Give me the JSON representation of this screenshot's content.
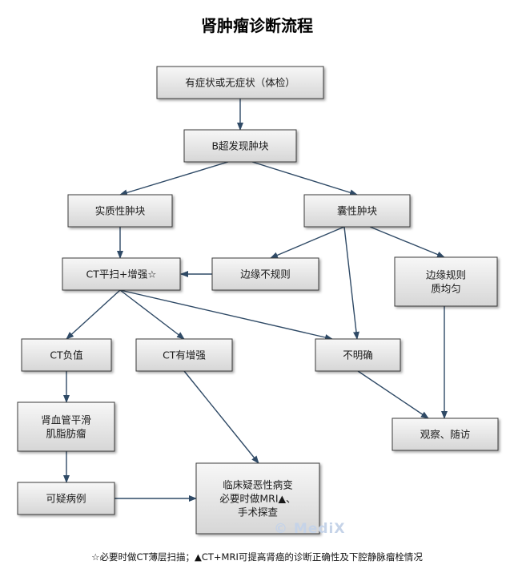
{
  "title": "肾肿瘤诊断流程",
  "nodes": {
    "symptom": {
      "lines": [
        "有症状或无症状（体检）"
      ]
    },
    "b_ultrasound": {
      "lines": [
        "B超发现肿块"
      ]
    },
    "solid_mass": {
      "lines": [
        "实质性肿块"
      ]
    },
    "cystic_mass": {
      "lines": [
        "囊性肿块"
      ]
    },
    "ct_scan": {
      "lines": [
        "CT平扫+增强☆"
      ]
    },
    "irregular_edge": {
      "lines": [
        "边缘不规则"
      ]
    },
    "regular_edge": {
      "lines": [
        "边缘规则",
        "质均匀"
      ]
    },
    "ct_negative": {
      "lines": [
        "CT负值"
      ]
    },
    "ct_enhanced": {
      "lines": [
        "CT有增强"
      ]
    },
    "unclear": {
      "lines": [
        "不明确"
      ]
    },
    "angiomyolipoma": {
      "lines": [
        "肾血管平滑",
        "肌脂肪瘤"
      ]
    },
    "observe": {
      "lines": [
        "观察、随访"
      ]
    },
    "suspicious": {
      "lines": [
        "可疑病例"
      ]
    },
    "malignant_suspect": {
      "lines": [
        "临床疑恶性病变",
        "必要时做MRI▲、",
        "手术探查"
      ]
    }
  },
  "footnote": "☆必要时做CT薄层扫描；▲CT+MRI可提高肾癌的诊断正确性及下腔静脉瘤栓情况",
  "watermark": "© MediX",
  "colors": {
    "box_fill_top": "#f7f7f7",
    "box_fill_bottom": "#d6d6d6",
    "box_border": "#3a3a3a",
    "arrow": "#2f4a66"
  }
}
